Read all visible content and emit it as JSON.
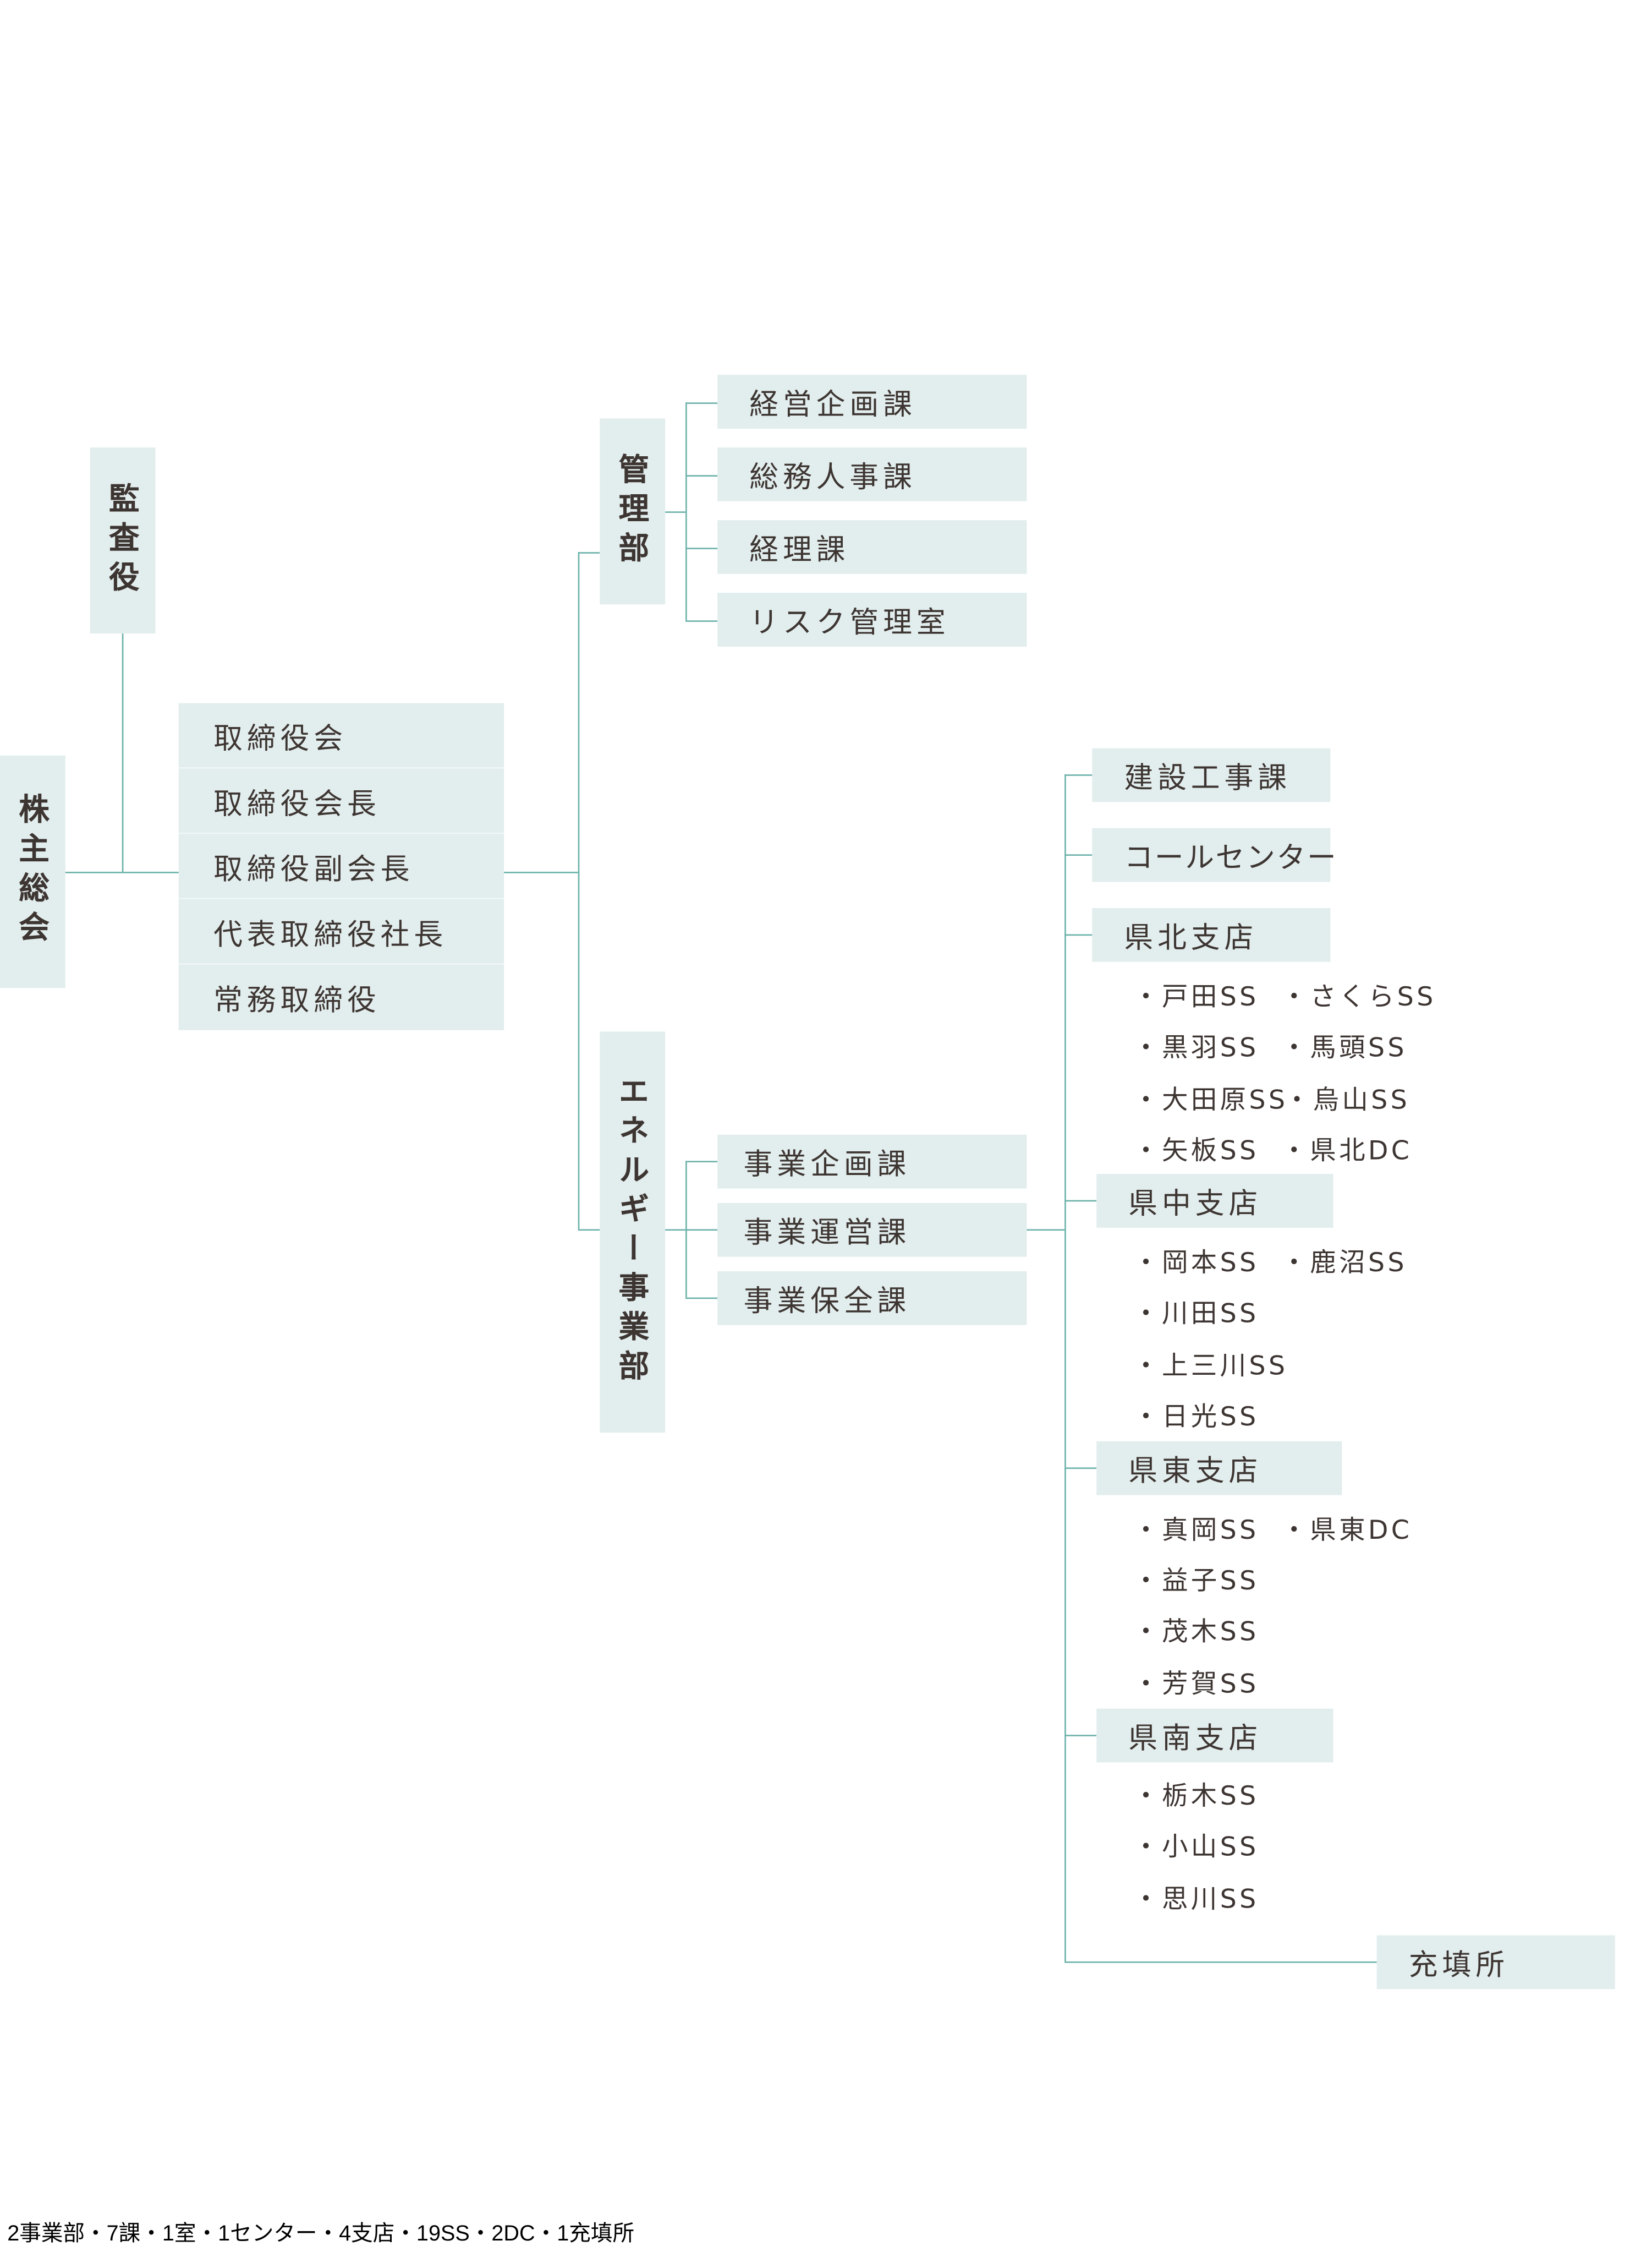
{
  "shareholders": "株主総会",
  "auditor": "監査役",
  "directors": [
    "取締役会",
    "取締役会長",
    "取締役副会長",
    "代表取締役社長",
    "常務取締役"
  ],
  "admin_dept": {
    "name": "管理部",
    "sections": [
      "経営企画課",
      "総務人事課",
      "経理課",
      "リスク管理室"
    ]
  },
  "energy_dept": {
    "name": "エネルギー事業部",
    "sections": [
      "事業企画課",
      "事業運営課",
      "事業保全課"
    ]
  },
  "units": {
    "construction": "建設工事課",
    "call_center": "コールセンター",
    "filling": "充填所"
  },
  "branches": [
    {
      "name": "県北支店",
      "stations": [
        "・戸田SS",
        "・さくらSS",
        "・黒羽SS",
        "・馬頭SS",
        "・大田原SS",
        "・烏山SS",
        "・矢板SS",
        "・県北DC"
      ]
    },
    {
      "name": "県中支店",
      "stations": [
        "・岡本SS",
        "・鹿沼SS",
        "・川田SS",
        "・上三川SS",
        "・日光SS"
      ]
    },
    {
      "name": "県東支店",
      "stations": [
        "・真岡SS",
        "・県東DC",
        "・益子SS",
        "・茂木SS",
        "・芳賀SS"
      ]
    },
    {
      "name": "県南支店",
      "stations": [
        "・栃木SS",
        "・小山SS",
        "・思川SS"
      ]
    }
  ],
  "footer": "2事業部・7課・1室・1センター・4支店・19SS・2DC・1充填所"
}
